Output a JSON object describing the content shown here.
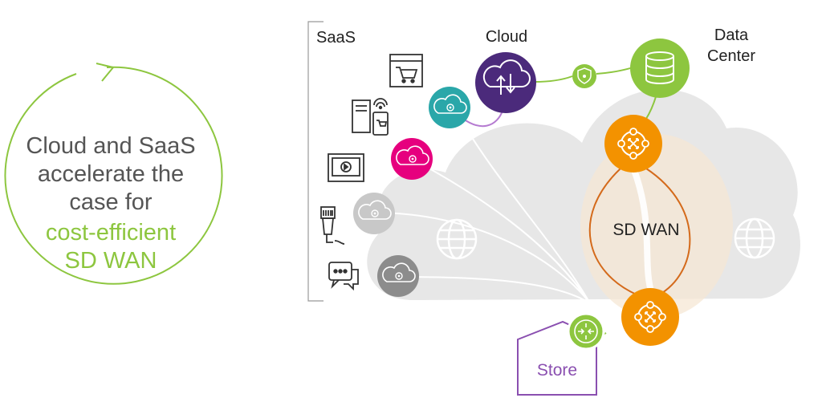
{
  "intro": {
    "line1": "Cloud and SaaS",
    "line2": "accelerate the",
    "line3": "case for",
    "highlight1": "cost-efficient",
    "highlight2": "SD WAN"
  },
  "labels": {
    "saas": "SaaS",
    "cloud": "Cloud",
    "data_center_1": "Data",
    "data_center_2": "Center",
    "sd_wan": "SD WAN",
    "store": "Store"
  },
  "colors": {
    "green": "#8dc63f",
    "purple": "#4b2a7b",
    "teal": "#2aa7a9",
    "magenta": "#e6007e",
    "orange": "#f39200",
    "gray_light": "#c8c8c8",
    "gray_dark": "#8c8c8c",
    "cloud_fill": "#e7e7e7",
    "store_purple": "#8a4fb0",
    "text": "#555555"
  },
  "icons": [
    "shopping-cart-window-icon",
    "devices-wifi-icon",
    "video-player-icon",
    "barcode-scanner-icon",
    "chat-bubbles-icon",
    "cloud-upload-download-icon",
    "database-icon",
    "security-shield-icon",
    "router-hub-icon",
    "globe-icon",
    "cloud-gear-icon"
  ]
}
